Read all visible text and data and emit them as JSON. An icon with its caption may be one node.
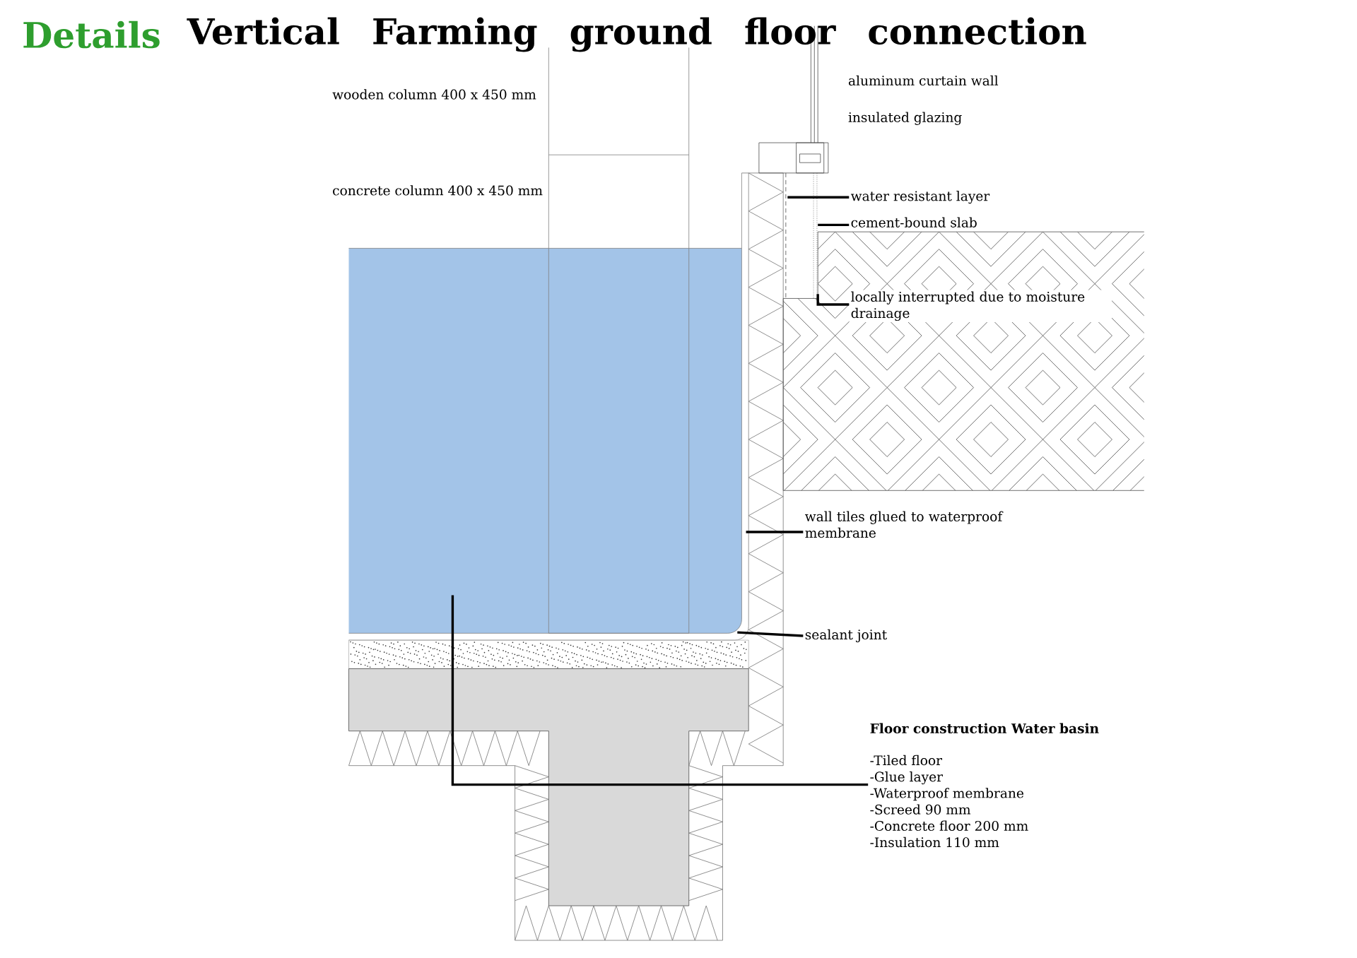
{
  "diagram": {
    "title": "Vertical Farming ground floor connection",
    "nodes": [
      {
        "text": [
          "water resistant layer"
        ]
      },
      {
        "text": [
          "cement-bound slab"
        ]
      },
      {
        "text": [
          "locally interrupted due to moisture drainage"
        ]
      },
      {
        "text": [
          "wall tiles glued to waterproof membrane"
        ]
      },
      {
        "text": [
          "sealant joint"
        ]
      },
      {
        "text": [
          "Floor construction Water basin",
          "-Tiled floor",
          "-Glue layer",
          "-Waterproof membrane",
          "-Screed 90 mm",
          "-Concrete floor 200 mm",
          "-Insulation 110 mm"
        ]
      }
    ],
    "edges": [
      {
        "from": 0,
        "to": null,
        "arrow": "none"
      },
      {
        "from": 1,
        "to": null,
        "arrow": "none"
      },
      {
        "from": 2,
        "to": null,
        "arrow": "none"
      },
      {
        "from": 3,
        "to": null,
        "arrow": "none"
      },
      {
        "from": 4,
        "to": null,
        "arrow": "none"
      },
      {
        "from": 5,
        "to": null,
        "arrow": "none"
      }
    ],
    "labels": [
      "Details",
      "wooden column 400 x 450 mm",
      "aluminum curtain wall",
      "insulated glazing",
      "concrete column 400 x 450 mm"
    ]
  }
}
